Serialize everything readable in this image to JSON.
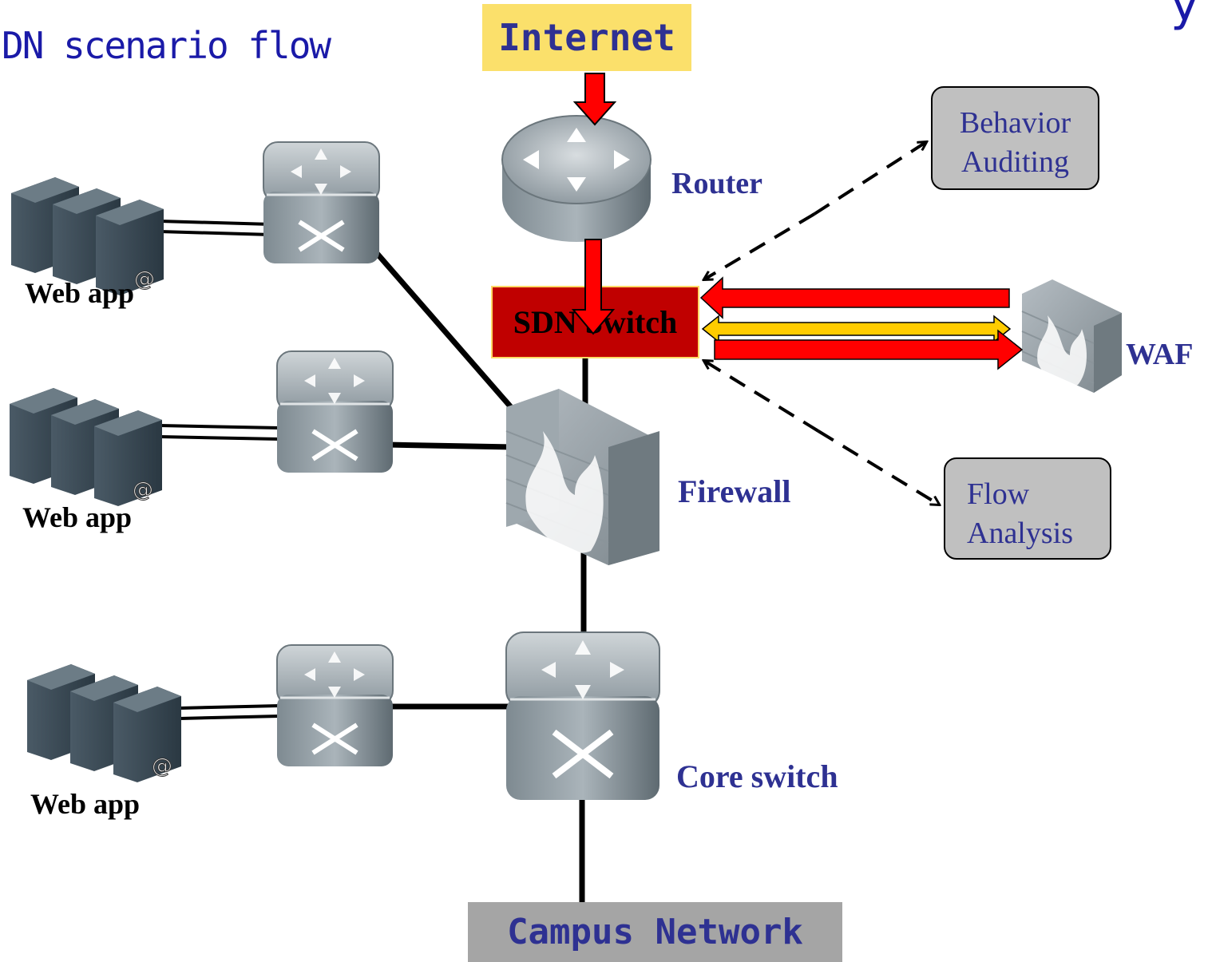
{
  "title": "DN scenario flow",
  "title_tail": "y",
  "nodes": {
    "internet": "Internet",
    "router": "Router",
    "sdn_switch": "SDN Switch",
    "firewall": "Firewall",
    "core_switch": "Core switch",
    "waf": "WAF",
    "behavior_auditing_line1": "Behavior",
    "behavior_auditing_line2": "Auditing",
    "flow_analysis_line1": "Flow",
    "flow_analysis_line2": "Analysis",
    "campus_network": "Campus Network",
    "web_app_1": "Web app",
    "web_app_2": "Web app",
    "web_app_3": "Web app"
  },
  "colors": {
    "label_navy": "#2e3192",
    "title_blue": "#1a1aa8",
    "internet_fill": "#fbe06b",
    "campus_fill": "#a5a5a5",
    "sdn_fill": "#c00000",
    "sdn_border": "#ffd966",
    "arrow_red": "#ff0000",
    "arrow_yellow": "#ffcc00",
    "box_gray": "#c0c0c0"
  }
}
